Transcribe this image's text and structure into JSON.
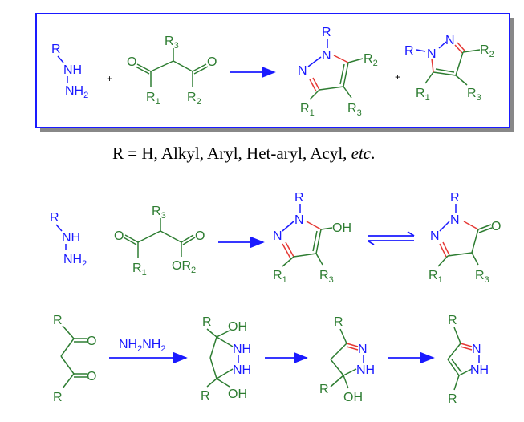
{
  "scheme1": {
    "hydrazine": {
      "r": "R",
      "nh": "NH",
      "nh2": "NH",
      "sub2": "2"
    },
    "plus1": "+",
    "diketone": {
      "r3": "R",
      "r3sub": "3",
      "o1": "O",
      "o2": "O",
      "r1": "R",
      "r1sub": "1",
      "r2": "R",
      "r2sub": "2"
    },
    "pyrazole_a": {
      "r": "R",
      "n1": "N",
      "n2": "N",
      "r2": "R",
      "r2sub": "2",
      "r1": "R",
      "r1sub": "1",
      "r3": "R",
      "r3sub": "3"
    },
    "plus2": "+",
    "pyrazole_b": {
      "r": "R",
      "n1": "N",
      "n2": "N",
      "r2": "R",
      "r2sub": "2",
      "r1": "R",
      "r1sub": "1",
      "r3": "R",
      "r3sub": "3"
    }
  },
  "caption": {
    "main": "R = H, Alkyl, Aryl, Het-aryl, Acyl, ",
    "etc": "etc",
    "dot": "."
  },
  "scheme2": {
    "hydrazine": {
      "r": "R",
      "nh": "NH",
      "nh2": "NH",
      "sub2": "2"
    },
    "ketoester": {
      "r3": "R",
      "r3sub": "3",
      "o1": "O",
      "o2": "O",
      "r1": "R",
      "r1sub": "1",
      "or2": "OR",
      "or2sub": "2"
    },
    "hydroxypyrazole": {
      "r": "R",
      "n1": "N",
      "n2": "N",
      "oh": "OH",
      "r1": "R",
      "r1sub": "1",
      "r3": "R",
      "r3sub": "3"
    },
    "pyrazolone": {
      "r": "R",
      "n1": "N",
      "n2": "N",
      "o": "O",
      "r1": "R",
      "r1sub": "1",
      "r3": "R",
      "r3sub": "3"
    }
  },
  "scheme3": {
    "diketone": {
      "r_top": "R",
      "r_bot": "R",
      "o1": "O",
      "o2": "O"
    },
    "reagent": {
      "nh2a": "NH",
      "sub_a": "2",
      "nh2b": "NH",
      "sub_b": "2"
    },
    "diol": {
      "oh1": "OH",
      "nh1": "NH",
      "nh2": "NH",
      "r1": "R",
      "r2": "R",
      "oh2": "OH"
    },
    "pyrazoline": {
      "r_top": "R",
      "n": "N",
      "nh": "NH",
      "r_bot": "R",
      "oh": "OH"
    },
    "pyrazole": {
      "r_top": "R",
      "n": "N",
      "nh": "NH",
      "r_bot": "R"
    }
  },
  "colors": {
    "frame": "#1a1aff",
    "green": "#2e7d32",
    "blue": "#1a1aff",
    "red": "#e53935"
  }
}
